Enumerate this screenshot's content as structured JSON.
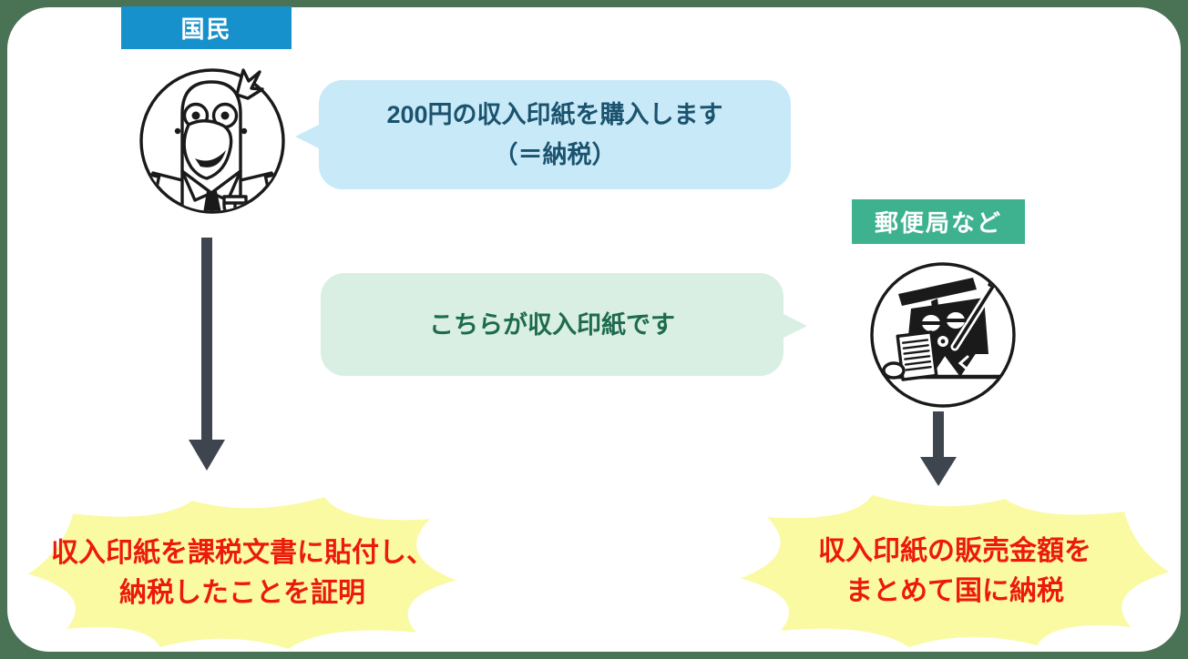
{
  "colors": {
    "frame_bg": "#4A7254",
    "card_bg": "#FFFFFF",
    "citizen_label_bg": "#1791CB",
    "postoffice_label_bg": "#3EB28E",
    "bubble1_bg": "#C8E9F7",
    "bubble1_text": "#1B536F",
    "bubble2_bg": "#D9EFE4",
    "bubble2_text": "#1E6A4F",
    "burst_bg": "#FAFAA3",
    "burst_text": "#EC1A0C",
    "arrow": "#3F454E",
    "line_art": "#1A1A1A"
  },
  "citizen": {
    "label": "国民",
    "bubble_line1": "200円の収入印紙を購入します",
    "bubble_line2": "（＝納税）",
    "result_line1": "収入印紙を課税文書に貼付し、",
    "result_line2": "納税したことを証明"
  },
  "post_office": {
    "label": "郵便局など",
    "bubble_line1": "こちらが収入印紙です",
    "result_line1": "収入印紙の販売金額を",
    "result_line2": "まとめて国に納税"
  }
}
